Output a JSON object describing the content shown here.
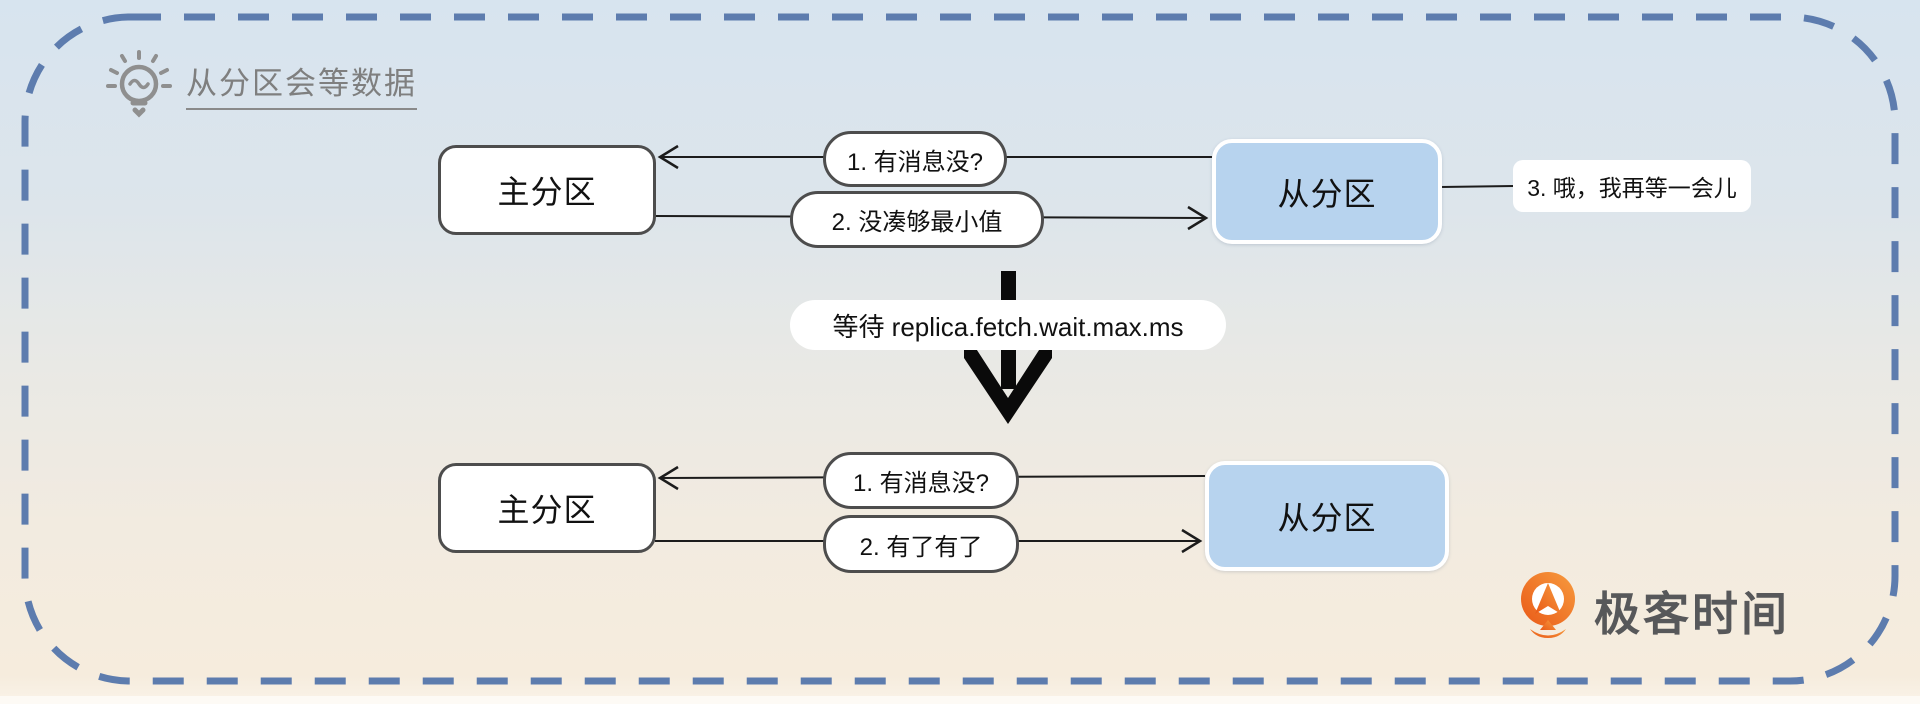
{
  "header": {
    "title": "从分区会等数据",
    "icon": "lightbulb-icon"
  },
  "top_flow": {
    "primary_label": "主分区",
    "replica_label": "从分区",
    "msg1": "1. 有消息没?",
    "msg2": "2. 没凑够最小值",
    "msg3": "3. 哦，我再等一会儿"
  },
  "transition": {
    "wait_label": "等待 replica.fetch.wait.max.ms"
  },
  "bottom_flow": {
    "primary_label": "主分区",
    "replica_label": "从分区",
    "msg1": "1. 有消息没?",
    "msg2": "2. 有了有了"
  },
  "branding": {
    "logo_text": "极客时间"
  },
  "colors": {
    "dashed_border": "#5d7cae",
    "replica_fill": "#b7d3ee",
    "background_top": "#d7e4ef",
    "background_bottom": "#f6ecdd",
    "logo_orange": "#ee6a1f",
    "title_gray": "#7f7f7f",
    "line_black": "#1c1c1c"
  }
}
